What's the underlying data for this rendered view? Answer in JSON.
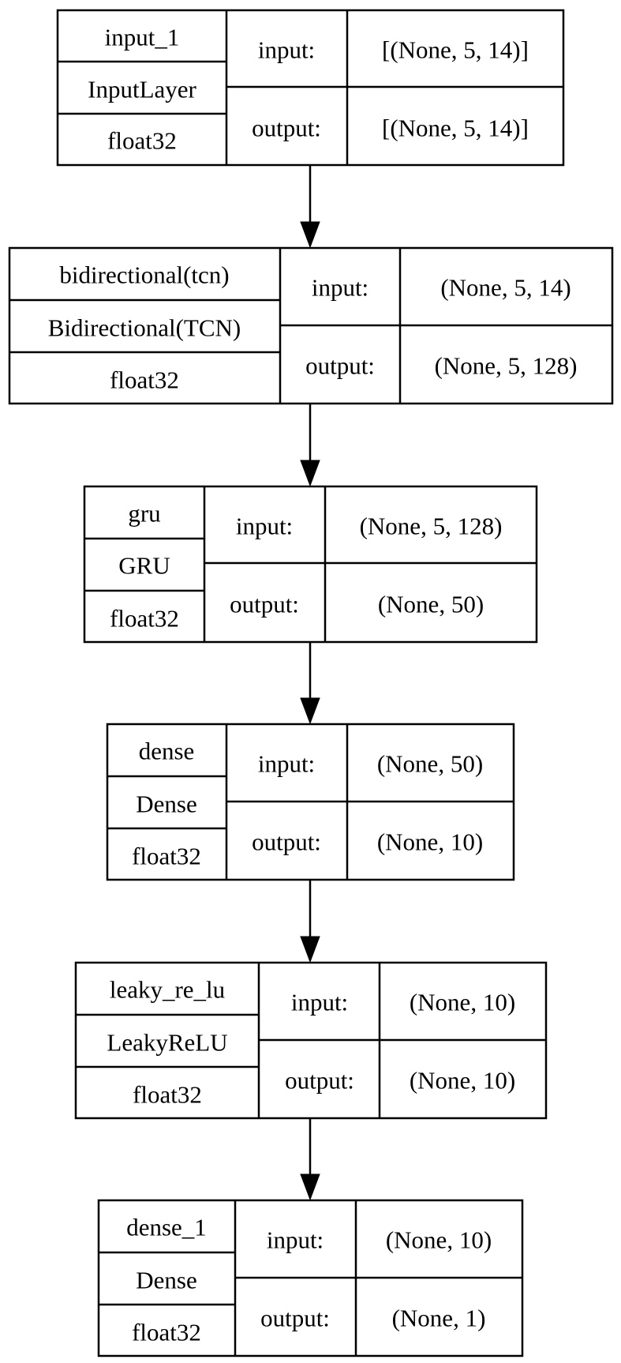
{
  "layers": [
    {
      "name": "input_1",
      "type": "InputLayer",
      "dtype": "float32",
      "input_label": "input:",
      "input_shape": "[(None, 5, 14)]",
      "output_label": "output:",
      "output_shape": "[(None, 5, 14)]"
    },
    {
      "name": "bidirectional(tcn)",
      "type": "Bidirectional(TCN)",
      "dtype": "float32",
      "input_label": "input:",
      "input_shape": "(None, 5, 14)",
      "output_label": "output:",
      "output_shape": "(None, 5, 128)"
    },
    {
      "name": "gru",
      "type": "GRU",
      "dtype": "float32",
      "input_label": "input:",
      "input_shape": "(None, 5, 128)",
      "output_label": "output:",
      "output_shape": "(None, 50)"
    },
    {
      "name": "dense",
      "type": "Dense",
      "dtype": "float32",
      "input_label": "input:",
      "input_shape": "(None, 50)",
      "output_label": "output:",
      "output_shape": "(None, 10)"
    },
    {
      "name": "leaky_re_lu",
      "type": "LeakyReLU",
      "dtype": "float32",
      "input_label": "input:",
      "input_shape": "(None, 10)",
      "output_label": "output:",
      "output_shape": "(None, 10)"
    },
    {
      "name": "dense_1",
      "type": "Dense",
      "dtype": "float32",
      "input_label": "input:",
      "input_shape": "(None, 10)",
      "output_label": "output:",
      "output_shape": "(None, 1)"
    }
  ]
}
